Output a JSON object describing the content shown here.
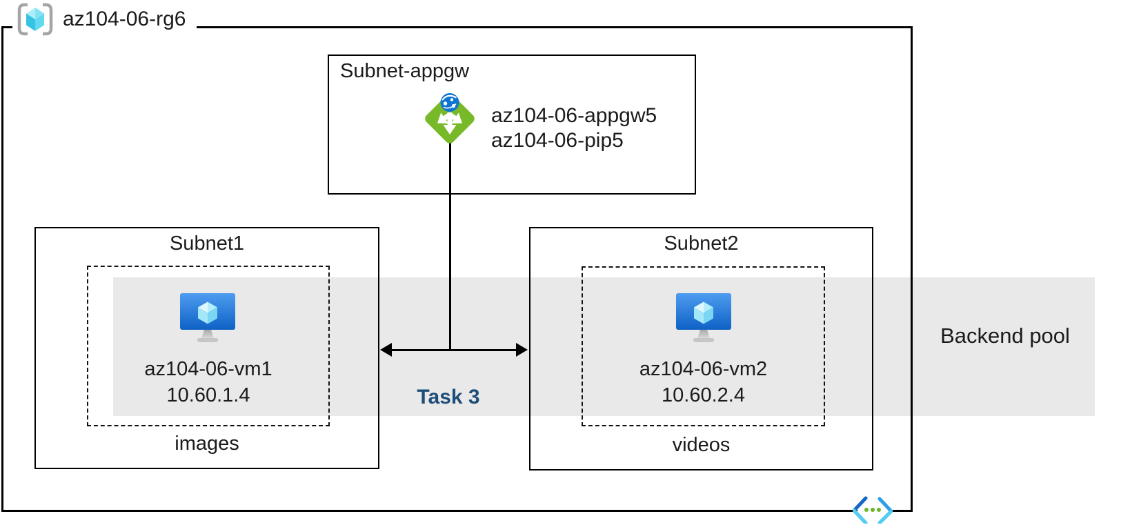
{
  "resource_group": {
    "name": "az104-06-rg6"
  },
  "appgw_subnet": {
    "title": "Subnet-appgw",
    "gateway_name": "az104-06-appgw5",
    "public_ip_name": "az104-06-pip5"
  },
  "subnet1": {
    "title": "Subnet1",
    "vm_name": "az104-06-vm1",
    "vm_ip": "10.60.1.4",
    "storage_label": "images"
  },
  "subnet2": {
    "title": "Subnet2",
    "vm_name": "az104-06-vm2",
    "vm_ip": "10.60.2.4",
    "storage_label": "videos"
  },
  "backend_pool": {
    "label": "Backend pool"
  },
  "task": {
    "label": "Task 3"
  },
  "colors": {
    "task_navy": "#1f4e79",
    "backend_band": "#e9e9e9",
    "appgw_green": "#77b928",
    "globe_blue": "#1075cf",
    "vnet_dot_green": "#6cb52c"
  }
}
